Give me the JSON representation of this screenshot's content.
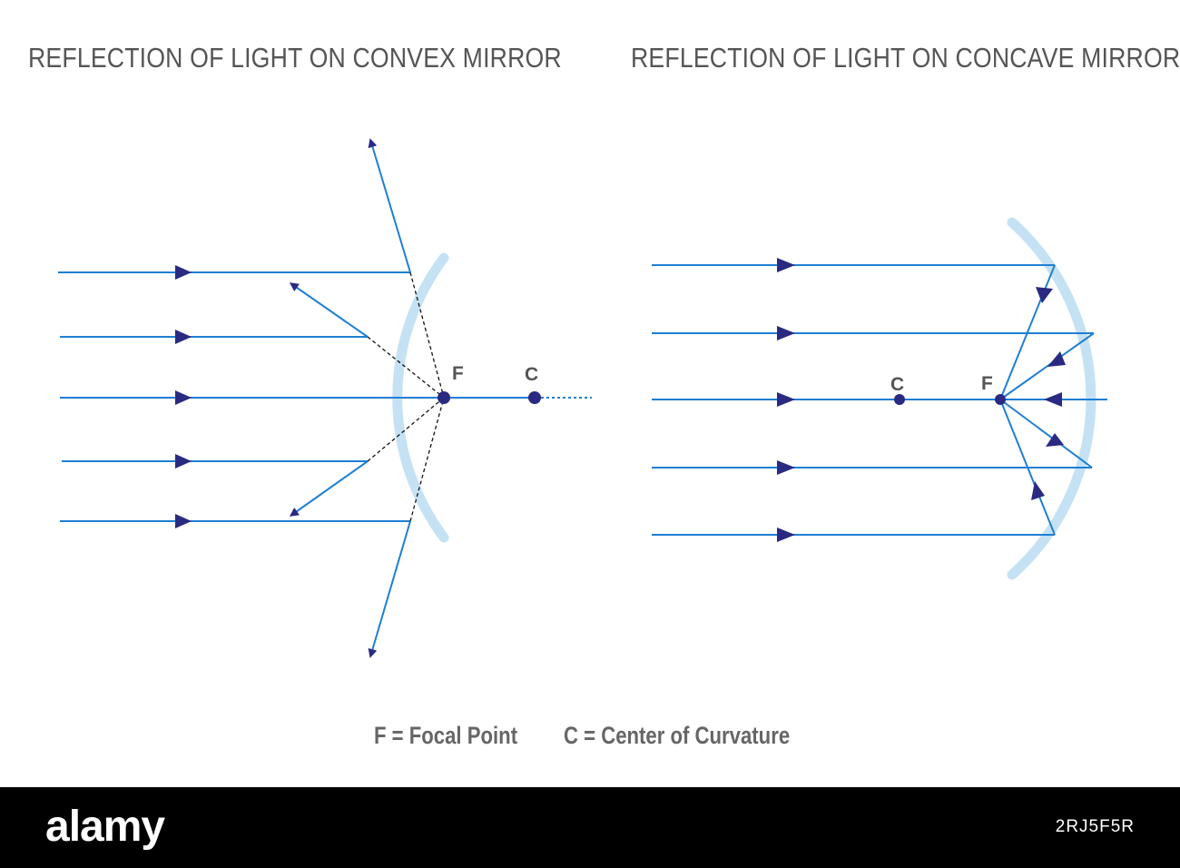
{
  "titles": {
    "convex": "REFLECTION OF LIGHT ON CONVEX MIRROR",
    "concave": "REFLECTION OF LIGHT ON CONCAVE MIRROR"
  },
  "labels": {
    "convex_focal": "F",
    "convex_center": "C",
    "concave_center": "C",
    "concave_focal": "F"
  },
  "legend": {
    "focal": "F = Focal Point",
    "center": "C = Center of Curvature"
  },
  "footer": {
    "logo": "alamy",
    "image_id": "2RJ5F5R"
  },
  "colors": {
    "ray": "#1e7fd4",
    "arrow": "#2a2a82",
    "mirror": "#c5e2f4",
    "point": "#2a2a82",
    "text": "#555555"
  }
}
